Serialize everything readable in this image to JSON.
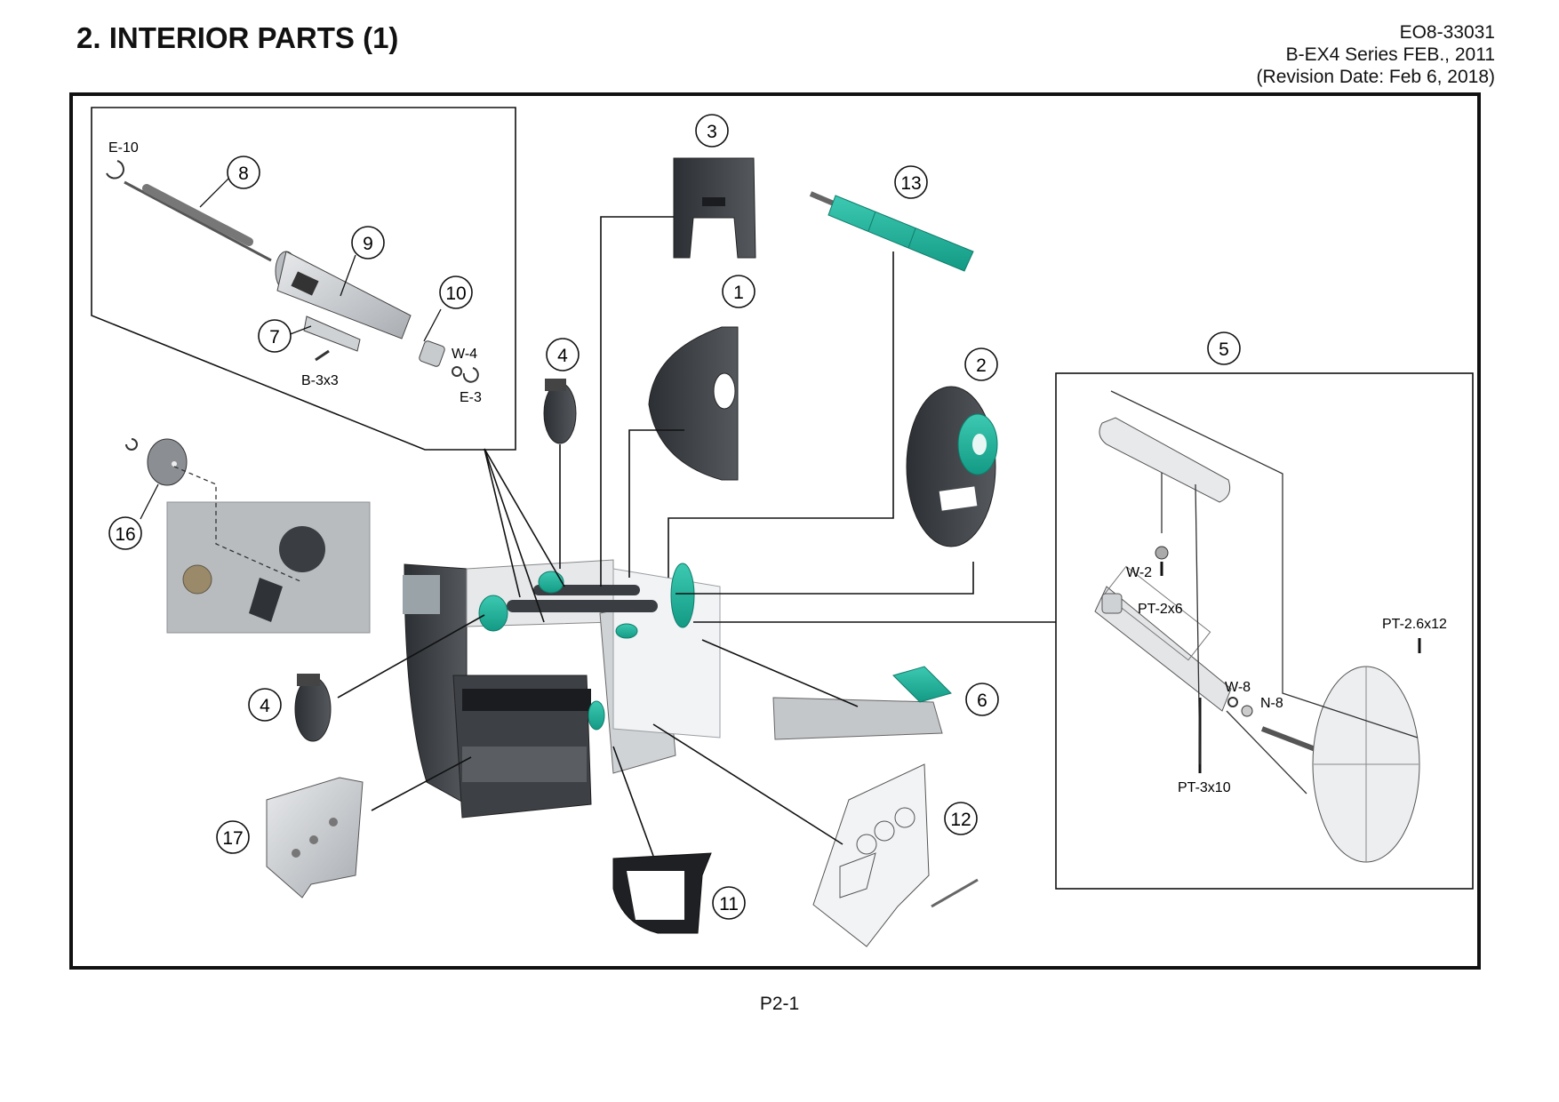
{
  "header": {
    "title": "2. INTERIOR PARTS (1)",
    "doc_number": "EO8-33031",
    "series": "B-EX4 Series FEB., 2011",
    "revision": "(Revision Date: Feb 6, 2018)"
  },
  "footer": {
    "page_number": "P2-1"
  },
  "part_numbers": [
    "1",
    "2",
    "3",
    "4",
    "4",
    "5",
    "6",
    "7",
    "8",
    "9",
    "10",
    "11",
    "12",
    "13",
    "16",
    "17"
  ],
  "hardware": [
    "E-10",
    "W-4",
    "E-3",
    "B-3x3",
    "W-2",
    "PT-2x6",
    "W-8",
    "N-8",
    "PT-3x10",
    "PT-2.6x12"
  ],
  "colors": {
    "accent_teal": "#1fb5a0",
    "part_dark": "#3a3d42",
    "plate_gray": "#c9ccd0",
    "outline": "#111111"
  }
}
